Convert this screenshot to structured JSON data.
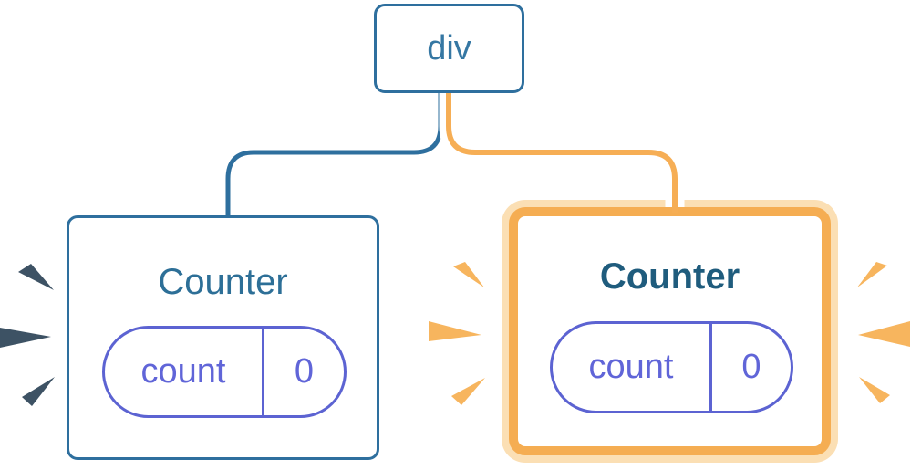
{
  "diagram": {
    "description": "React component tree diagram: a div root with two Counter children, right Counter highlighted",
    "root_node": {
      "label": "div"
    },
    "left_counter": {
      "title": "Counter",
      "state": {
        "key": "count",
        "value": "0"
      },
      "highlight": "blue"
    },
    "right_counter": {
      "title": "Counter",
      "state": {
        "key": "count",
        "value": "0"
      },
      "highlight": "orange"
    },
    "colors": {
      "steel_blue_border": "#2e6f9e",
      "div_label_text": "#3577a3",
      "left_title_text": "#2d6f97",
      "right_title_text": "#1f5c7d",
      "orange_line": "#f6ae55",
      "orange_border": "#f5ad52",
      "pale_orange_ring": "#fbdfb4",
      "purple_pill": "#5c63d2",
      "purple_pill_text": "#6065d8",
      "orange_burst": "#f7b55e",
      "dark_burst": "#3d5264",
      "connector_casing": "#ffffff",
      "background": "#ffffff"
    }
  }
}
